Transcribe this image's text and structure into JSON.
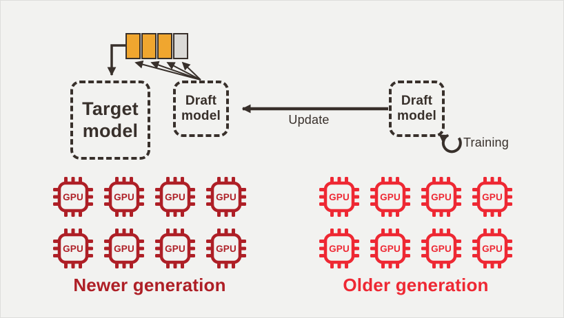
{
  "palette": {
    "background": "#F2F2F0",
    "ink": "#38302B",
    "token_generated": "#F0A62F",
    "token_pending": "#DBDAD7",
    "newer_red": "#AE1F26",
    "older_red": "#EE2833"
  },
  "diagram": {
    "target_model": {
      "line1": "Target",
      "line2": "model"
    },
    "draft_model": {
      "line1": "Draft",
      "line2": "model"
    },
    "update_label": "Update",
    "training_label": "Training",
    "tokens": {
      "count": 4,
      "colors": [
        "#F0A62F",
        "#F0A62F",
        "#F0A62F",
        "#DBDAD7"
      ]
    }
  },
  "gpu": {
    "chip_label": "GPU"
  },
  "groups": {
    "newer": {
      "caption": "Newer generation",
      "color": "#AE1F26",
      "gpu_count": 8,
      "grid": "4x2"
    },
    "older": {
      "caption": "Older generation",
      "color": "#EE2833",
      "gpu_count": 8,
      "grid": "4x2"
    }
  }
}
